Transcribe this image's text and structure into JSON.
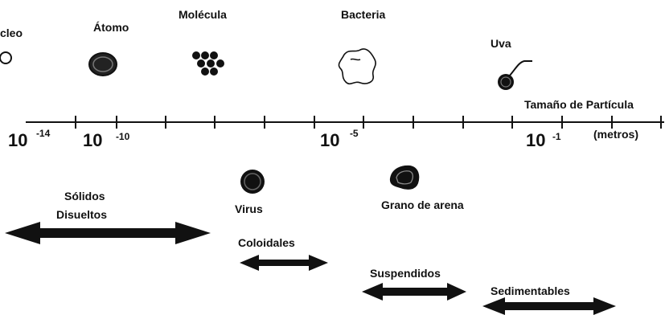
{
  "particles": {
    "nucleo": "cleo",
    "atomo": "Átomo",
    "molecula": "Molécula",
    "bacteria": "Bacteria",
    "uva": "Uva",
    "virus": "Virus",
    "grano": "Grano de arena"
  },
  "axis": {
    "title": "Tamaño de Partícula",
    "unit": "(metros)",
    "tick_labels": [
      {
        "base": "10",
        "exp": "-14"
      },
      {
        "base": "10",
        "exp": "-10"
      },
      {
        "base": "10",
        "exp": "-5"
      },
      {
        "base": "10",
        "exp": "-1"
      }
    ]
  },
  "categories": {
    "solidos_line1": "Sólidos",
    "solidos_line2": "Disueltos",
    "coloidales": "Coloidales",
    "suspendidos": "Suspendidos",
    "sedimentables": "Sedimentables"
  }
}
